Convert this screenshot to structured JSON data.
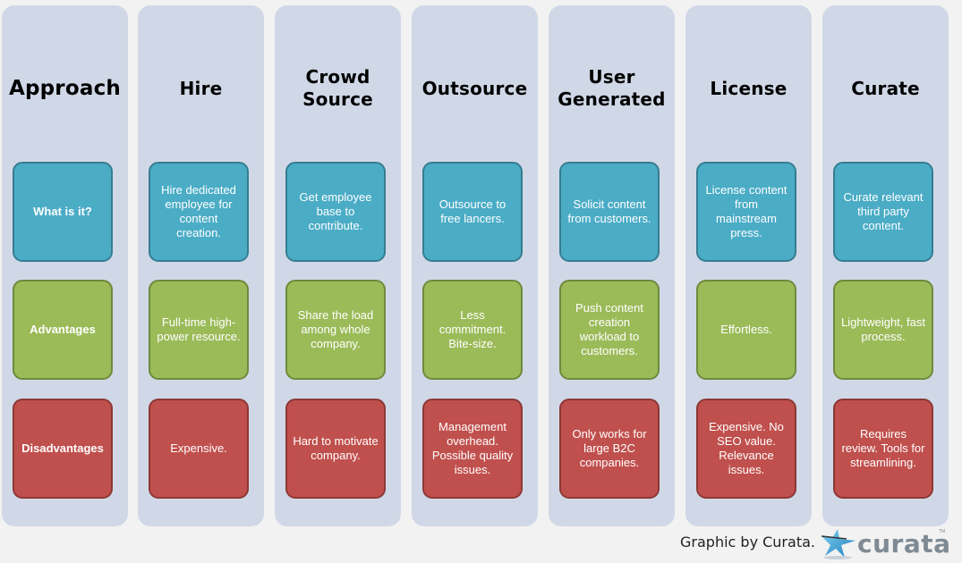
{
  "colors": {
    "column_bg": "#d0d8e7",
    "what_is_it": "#4bacc6",
    "advantages": "#9bbb59",
    "disadvantages": "#c0504d",
    "page_bg": "#f2f2f2"
  },
  "row_labels": {
    "header": "Approach",
    "what": "What is it?",
    "adv": "Advantages",
    "dis": "Disadvantages"
  },
  "columns": [
    {
      "title": "Hire",
      "what": "Hire dedicated employee for content creation.",
      "adv": "Full-time high-power resource.",
      "dis": "Expensive."
    },
    {
      "title": "Crowd Source",
      "what": "Get employee base to contribute.",
      "adv": "Share the load among whole company.",
      "dis": "Hard to motivate company."
    },
    {
      "title": "Outsource",
      "what": "Outsource to free lancers.",
      "adv": "Less commitment. Bite-size.",
      "dis": "Management overhead. Possible quality issues."
    },
    {
      "title": "User Generated",
      "what": "Solicit content from customers.",
      "adv": "Push content creation workload to customers.",
      "dis": "Only works for large B2C companies."
    },
    {
      "title": "License",
      "what": "License content from mainstream press.",
      "adv": "Effortless.",
      "dis": "Expensive. No SEO value. Relevance issues."
    },
    {
      "title": "Curate",
      "what": "Curate relevant third party content.",
      "adv": "Lightweight, fast process.",
      "dis": "Requires review. Tools for streamlining."
    }
  ],
  "footer": {
    "credit": "Graphic by Curata.",
    "logo_text": "curata",
    "logo_icon": "star-swoosh-icon",
    "trademark": "TM"
  }
}
